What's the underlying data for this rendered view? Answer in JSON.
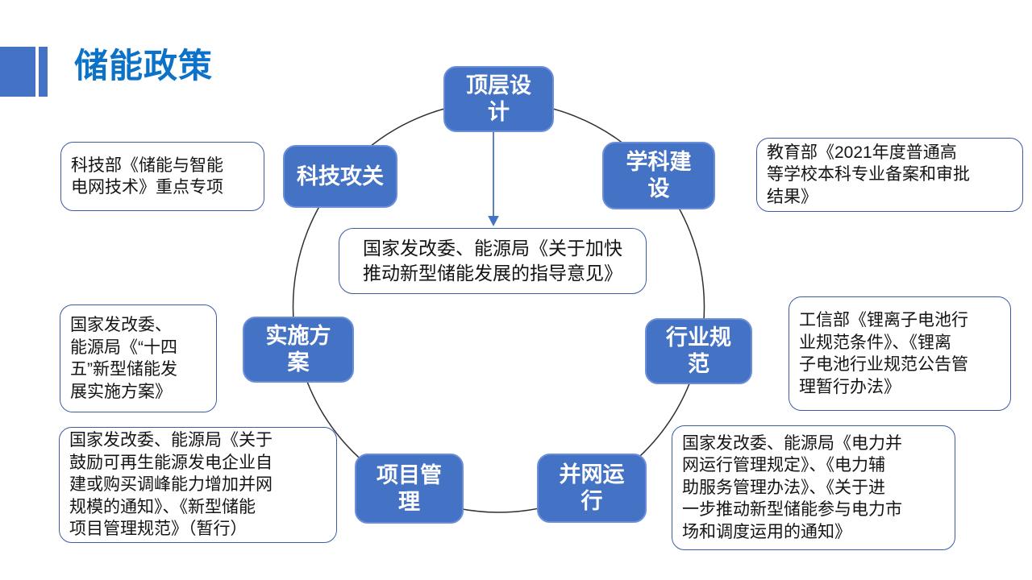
{
  "slide": {
    "title": "储能政策"
  },
  "colors": {
    "accent_blue": "#4472C4",
    "title_blue": "#0C72C7",
    "node_fill": "#4472C4",
    "node_border": "#6b8ed8",
    "callout_border": "#3B5BA5",
    "circle_stroke": "#2F2F2F",
    "arrow_blue": "#4472C4"
  },
  "diagram": {
    "nodes": [
      {
        "id": "top-level-design",
        "label": "顶层设\n计"
      },
      {
        "id": "discipline-construction",
        "label": "学科建\n设"
      },
      {
        "id": "industry-standards",
        "label": "行业规\n范"
      },
      {
        "id": "grid-connected-operation",
        "label": "并网运\n行"
      },
      {
        "id": "project-management",
        "label": "项目管\n理"
      },
      {
        "id": "implementation-plan",
        "label": "实施方\n案"
      },
      {
        "id": "sci-tech-research",
        "label": "科技攻关"
      }
    ],
    "center_note": "国家发改委、能源局《关于加快\n推动新型储能发展的指导意见》",
    "callouts": [
      {
        "id": "sci-tech",
        "text": "科技部《储能与智能\n电网技术》重点专项"
      },
      {
        "id": "education",
        "text": "教育部《2021年度普通高\n等学校本科专业备案和审批\n结果》"
      },
      {
        "id": "implementation",
        "text": "国家发改委、\n能源局《“十四\n五”新型储能发\n展实施方案》"
      },
      {
        "id": "industry",
        "text": "工信部《锂离子电池行\n业规范条件》、《锂离\n子电池行业规范公告管\n理暂行办法》"
      },
      {
        "id": "project",
        "text": "国家发改委、能源局《关于\n鼓励可再生能源发电企业自\n建或购买调峰能力增加并网\n规模的通知》、《新型储能\n项目管理规范》（暂行）"
      },
      {
        "id": "grid",
        "text": "国家发改委、能源局《电力并\n网运行管理规定》、《电力辅\n助服务管理办法》、《关于进\n一步推动新型储能参与电力市\n场和调度运用的通知》"
      }
    ]
  }
}
